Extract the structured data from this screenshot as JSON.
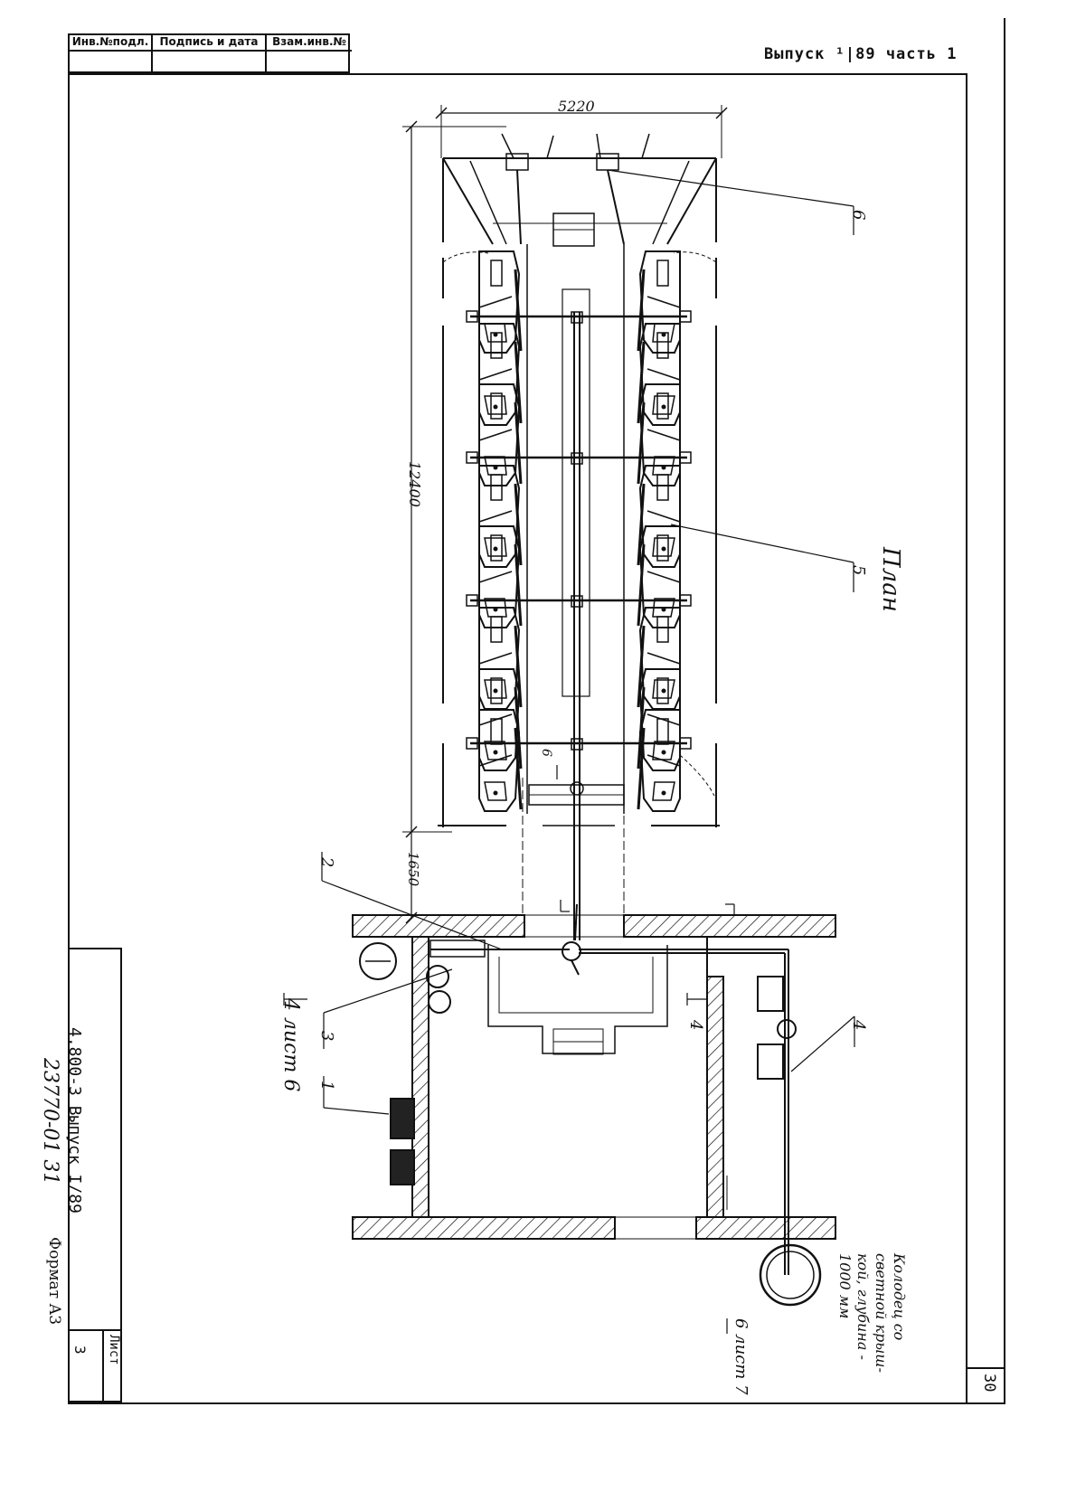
{
  "stamp": {
    "col1": "Инв.№подл.",
    "col2": "Подпись и дата",
    "col3": "Взам.инв.№"
  },
  "header": {
    "issue_text": "Выпуск ¹|89 часть 1"
  },
  "drawing": {
    "title": "План",
    "dim_width": "5220",
    "dim_length": "12400",
    "dim_gap": "1650",
    "callouts": [
      "1",
      "2",
      "3",
      "4",
      "5",
      "6"
    ],
    "section_4_label": "4",
    "section_4_sheet": "4 лист 6",
    "section_6_label": "6",
    "section_6_sheet": "6 лист 7",
    "well_note": "Колодец со светной крыш-кой, глубина - 1000 мм"
  },
  "title_block": {
    "doc_code": "4.800-3 Выпуск I/89",
    "inv_number": "23770-01 31",
    "format": "Формат А3",
    "sheet_label": "Лист",
    "sheet_number": "3",
    "page_number": "30"
  }
}
